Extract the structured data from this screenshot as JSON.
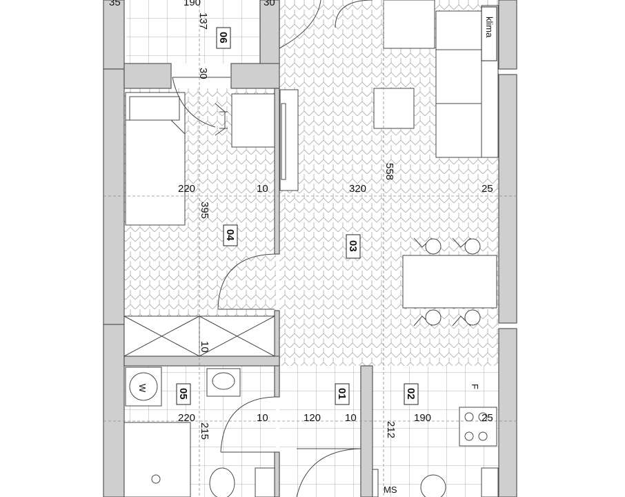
{
  "rooms": [
    {
      "id": "01",
      "label": "01"
    },
    {
      "id": "02",
      "label": "02"
    },
    {
      "id": "03",
      "label": "03"
    },
    {
      "id": "04",
      "label": "04"
    },
    {
      "id": "05",
      "label": "05"
    },
    {
      "id": "06",
      "label": "06"
    }
  ],
  "dimensions": {
    "top_35": "35",
    "top_190": "190",
    "top_30": "30",
    "balcony_137": "137",
    "balcony_30": "30",
    "row1_220": "220",
    "row1_10": "10",
    "row1_320": "320",
    "row1_25": "25",
    "v_558": "558",
    "v_395": "395",
    "v_10": "10",
    "row2_220": "220",
    "row2_10a": "10",
    "row2_120": "120",
    "row2_10b": "10",
    "row2_190": "190",
    "row2_25": "25",
    "v_215": "215",
    "v_212": "212"
  },
  "labels": {
    "klima": "klima",
    "fridge": "F",
    "ms": "MS",
    "washer": "W"
  },
  "colors": {
    "wall_fill": "#cfcfcf",
    "line": "#444444"
  }
}
